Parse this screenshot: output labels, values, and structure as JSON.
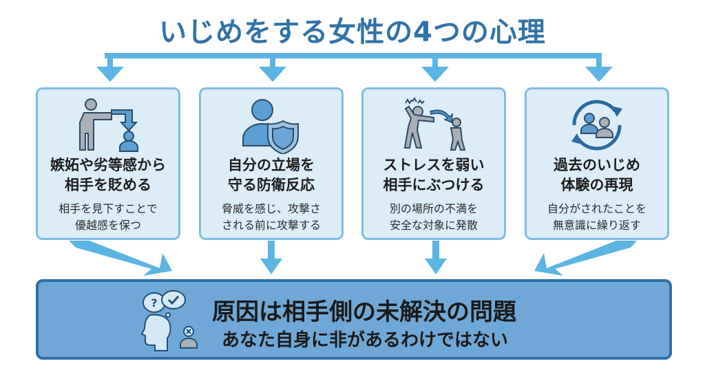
{
  "title": "いじめをする女性の4つの心理",
  "colors": {
    "title": "#2f72a8",
    "arrow": "#5bb4e3",
    "card_bg": "#dcedf8",
    "card_border": "#7dbde4",
    "bottom_bg": "#6fa8d6",
    "bottom_border": "#2f6ea3"
  },
  "cards": [
    {
      "icon": "pointing-down-at-person-icon",
      "heading_line1": "嫉妬や劣等感から",
      "heading_line2": "相手を貶める",
      "desc_line1": "相手を見下すことで",
      "desc_line2": "優越感を保つ"
    },
    {
      "icon": "person-shield-icon",
      "heading_line1": "自分の立場を",
      "heading_line2": "守る防衛反応",
      "desc_line1": "脅威を感じ、攻撃さ",
      "desc_line2": "される前に攻撃する"
    },
    {
      "icon": "stress-displacement-icon",
      "heading_line1": "ストレスを弱い",
      "heading_line2": "相手にぶつける",
      "desc_line1": "別の場所の不満を",
      "desc_line2": "安全な対象に発散"
    },
    {
      "icon": "repeating-cycle-icon",
      "heading_line1": "過去のいじめ",
      "heading_line2": "体験の再現",
      "desc_line1": "自分がされたことを",
      "desc_line2": "無意識に繰り返す"
    }
  ],
  "conclusion": {
    "icon": "thinking-head-icon",
    "main": "原因は相手側の未解決の問題",
    "sub": "あなた自身に非があるわけではない"
  }
}
